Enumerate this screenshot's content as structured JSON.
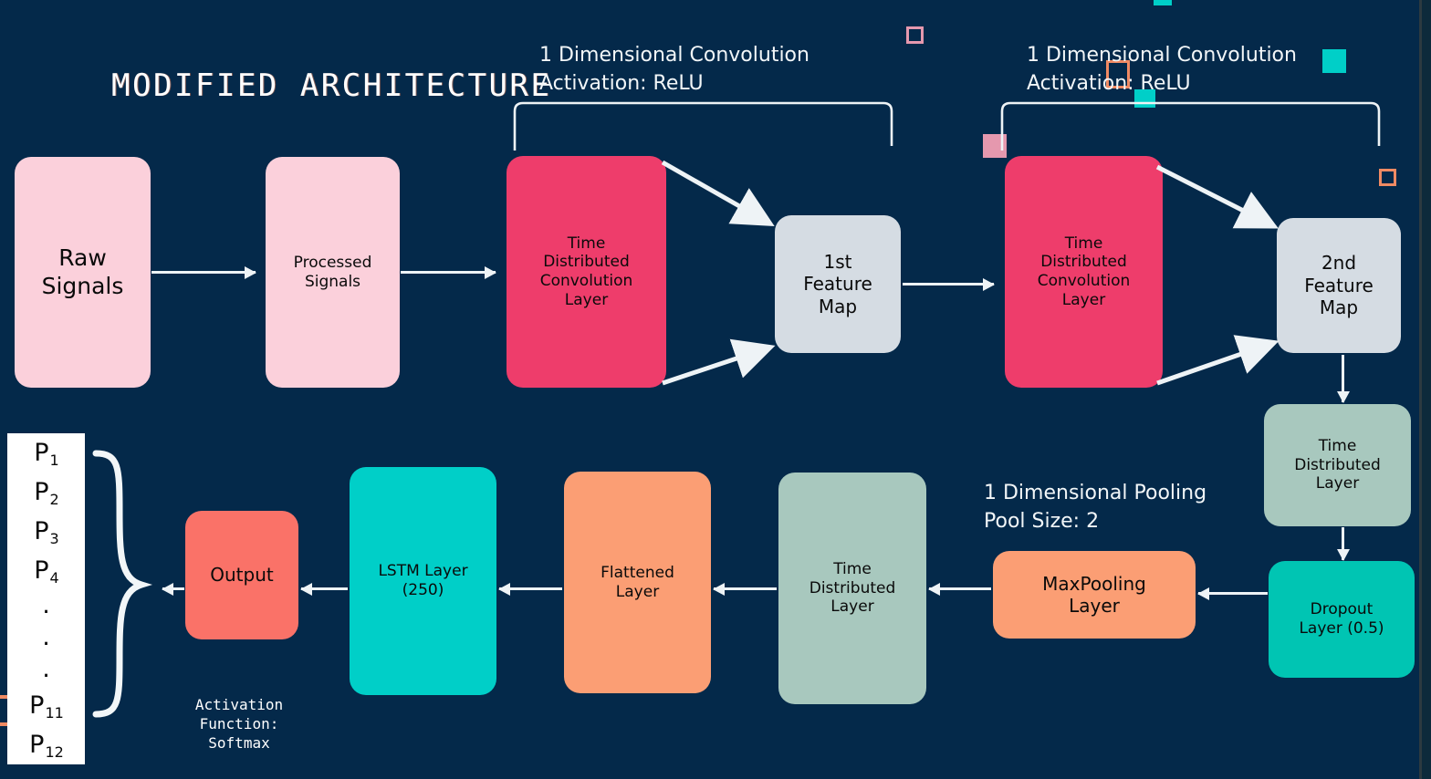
{
  "title": "MODIFIED ARCHITECTURE",
  "theme": {
    "background": "#04294a",
    "pink_light": "#FBD0DB",
    "crimson": "#EE3D6B",
    "feature_gray": "#D5DCE3",
    "sage": "#A8C8BE",
    "teal": "#00C5B3",
    "cyan": "#00CFC8",
    "orange_light": "#FB9E74",
    "salmon": "#FA7268",
    "white": "#FFFFFF",
    "accent_orange": "#F08A63",
    "accent_pink": "#E598AE"
  },
  "annotations": [
    {
      "id": "conv1-note",
      "text": "1 Dimensional Convolution\nActivation: ReLU"
    },
    {
      "id": "conv2-note",
      "text": "1 Dimensional Convolution\nActivation: ReLU"
    },
    {
      "id": "pool-note",
      "text": "1 Dimensional Pooling\nPool Size: 2"
    }
  ],
  "boxes": {
    "raw_signals": {
      "label": "Raw\nSignals",
      "color": "#FBD0DB"
    },
    "processed_signals": {
      "label": "Processed\nSignals",
      "color": "#FBD0DB"
    },
    "conv_layer_1": {
      "label": "Time\nDistributed\nConvolution\nLayer",
      "color": "#EE3D6B"
    },
    "feature_map_1": {
      "label": "1st\nFeature\nMap",
      "color": "#D5DCE3"
    },
    "conv_layer_2": {
      "label": "Time\nDistributed\nConvolution\nLayer",
      "color": "#EE3D6B"
    },
    "feature_map_2": {
      "label": "2nd\nFeature\nMap",
      "color": "#D5DCE3"
    },
    "time_distributed_1": {
      "label": "Time\nDistributed\nLayer",
      "color": "#A8C8BE"
    },
    "dropout_layer": {
      "label": "Dropout\nLayer (0.5)",
      "color": "#00C5B3"
    },
    "maxpooling_layer": {
      "label": "MaxPooling\nLayer",
      "color": "#FB9E74"
    },
    "time_distributed_2": {
      "label": "Time\nDistributed\nLayer",
      "color": "#A8C8BE"
    },
    "flattened_layer": {
      "label": "Flattened\nLayer",
      "color": "#FB9E74"
    },
    "lstm_layer": {
      "label": "LSTM Layer\n(250)",
      "color": "#00CFC8"
    },
    "output": {
      "label": "Output",
      "color": "#FA7268"
    }
  },
  "output_note": "Activation\nFunction:\nSoftmax",
  "probabilities": [
    "P₁",
    "P₂",
    "P₃",
    "P₄",
    ".",
    ".",
    ".",
    "P₁₁",
    "P₁₂"
  ],
  "probability_items": [
    {
      "base": "P",
      "sub": "1"
    },
    {
      "base": "P",
      "sub": "2"
    },
    {
      "base": "P",
      "sub": "3"
    },
    {
      "base": "P",
      "sub": "4"
    },
    {
      "base": ".",
      "sub": ""
    },
    {
      "base": ".",
      "sub": ""
    },
    {
      "base": ".",
      "sub": ""
    },
    {
      "base": "P",
      "sub": "11"
    },
    {
      "base": "P",
      "sub": "12"
    }
  ]
}
